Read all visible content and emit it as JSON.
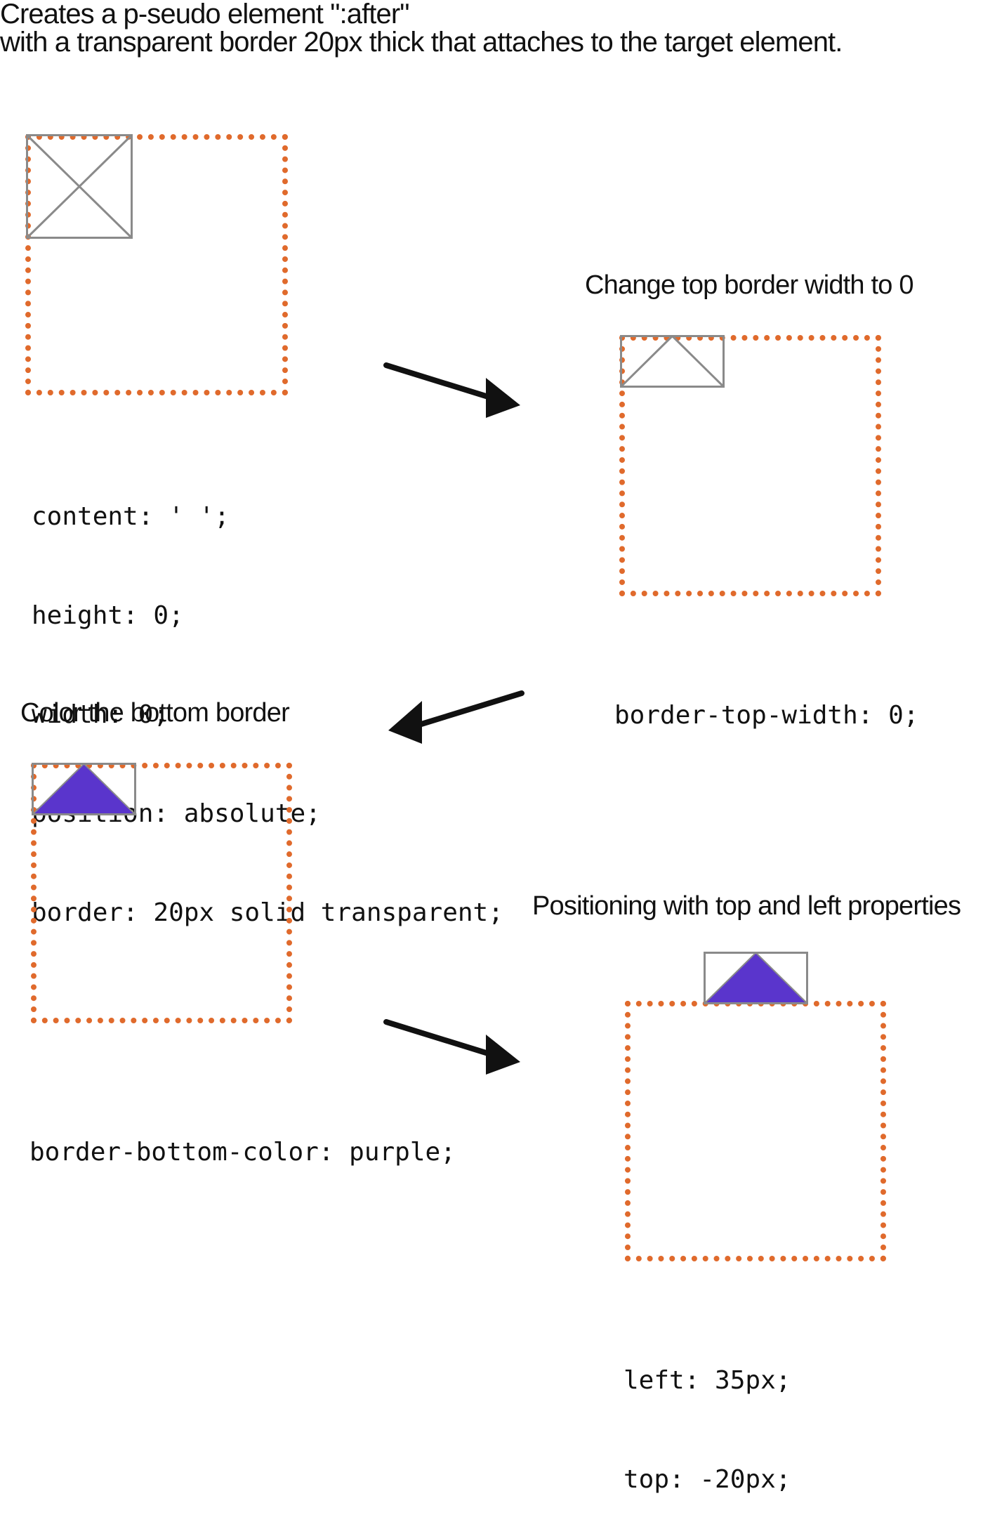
{
  "intro": {
    "line1": "Creates a p-seudo element \":after\"",
    "line2": "with a transparent border 20px thick that attaches to the target element."
  },
  "steps": [
    {
      "code": [
        "content: ' ';",
        "height: 0;",
        "width: 0;",
        "position: absolute;",
        "border: 20px solid transparent;"
      ]
    },
    {
      "caption": "Change top border width to 0",
      "code": [
        "border-top-width: 0;"
      ]
    },
    {
      "caption": "Color the bottom border",
      "code": [
        "border-bottom-color: purple;"
      ]
    },
    {
      "caption": "Positioning with top and left properties",
      "code": [
        "left: 35px;",
        "top: -20px;"
      ]
    }
  ],
  "colors": {
    "target_border": "#e06a2c",
    "pseudo_outline": "#8a8a8a",
    "triangle_fill": "#5a35cc",
    "arrow": "#111111"
  }
}
